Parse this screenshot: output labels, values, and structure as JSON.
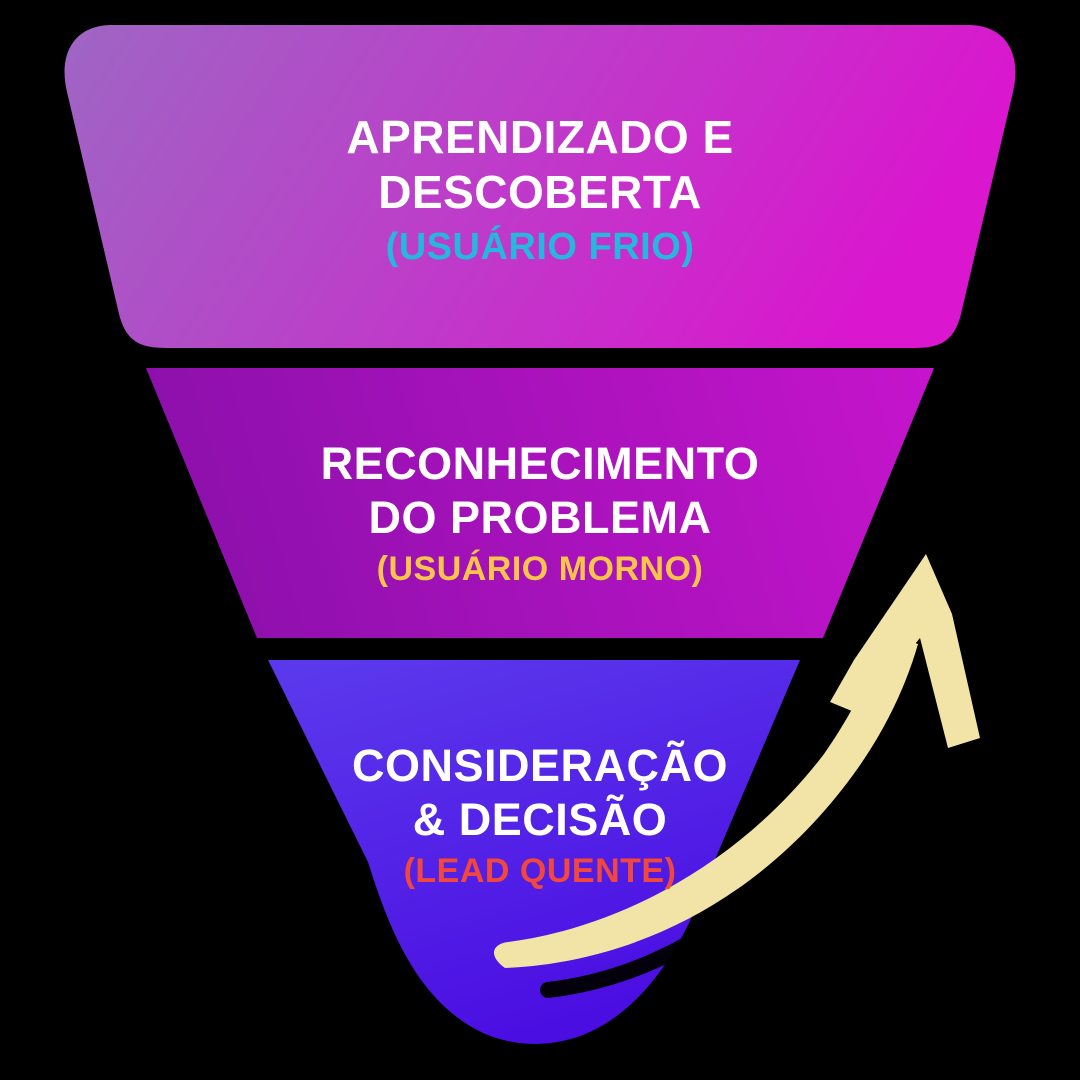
{
  "page": {
    "background_color": "#000000"
  },
  "funnel": {
    "title_color": "#FFFFFF",
    "tiers": [
      {
        "name": "aprendizado-e-descoberta",
        "title_lines": [
          "APRENDIZADO E",
          "DESCOBERTA"
        ],
        "subtitle": "(USUÁRIO FRIO)",
        "subtitle_color": "#25B7DC",
        "gradient": [
          "#9E66C4",
          "#DA16CE"
        ]
      },
      {
        "name": "reconhecimento-do-problema",
        "title_lines": [
          "RECONHECIMENTO",
          "DO PROBLEMA"
        ],
        "subtitle": "(USUÁRIO MORNO)",
        "subtitle_color": "#F8C44B",
        "gradient": [
          "#8D10AC",
          "#C614CC"
        ]
      },
      {
        "name": "consideracao-e-decisao",
        "title_lines": [
          "CONSIDERAÇÃO",
          "& DECISÃO"
        ],
        "subtitle": "(LEAD QUENTE)",
        "subtitle_color": "#F2473D",
        "gradient": [
          "#5B38EC",
          "#4A0CE2"
        ]
      }
    ],
    "arrow": {
      "color": "#F2E4A6",
      "shadow_color": "#000000"
    }
  }
}
